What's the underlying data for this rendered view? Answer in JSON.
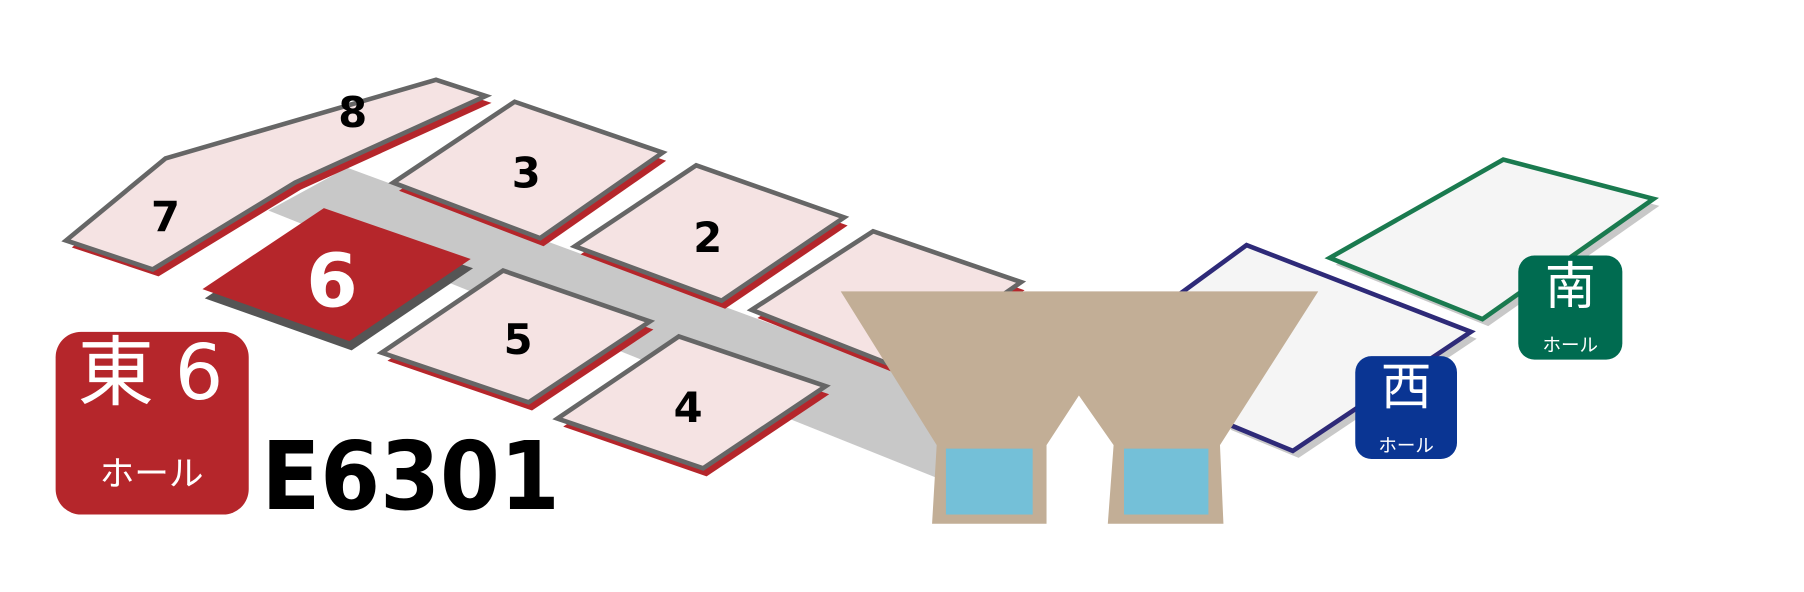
{
  "map": {
    "booth_code": "E6301",
    "highlighted_hall": "6",
    "east_halls": [
      {
        "label": "8"
      },
      {
        "label": "7"
      },
      {
        "label": "3"
      },
      {
        "label": "2"
      },
      {
        "label": "6"
      },
      {
        "label": "5"
      },
      {
        "label": "4"
      }
    ],
    "east_badge": {
      "kanji": "東",
      "number": "6",
      "suffix": "ホール"
    },
    "west_badge": {
      "kanji": "西",
      "suffix": "ホール"
    },
    "south_badge": {
      "kanji": "南",
      "suffix": "ホール"
    }
  },
  "colors": {
    "east_red": "#b5262b",
    "hall_fill": "#f5e3e3",
    "hall_outline": "#666666",
    "corridor": "#c8c8c8",
    "building": "#c2ae96",
    "window": "#74c0d8",
    "west_navy": "#2e2a78",
    "west_badge": "#0a3593",
    "south_green": "#1a7a4f",
    "south_badge": "#006b50"
  }
}
